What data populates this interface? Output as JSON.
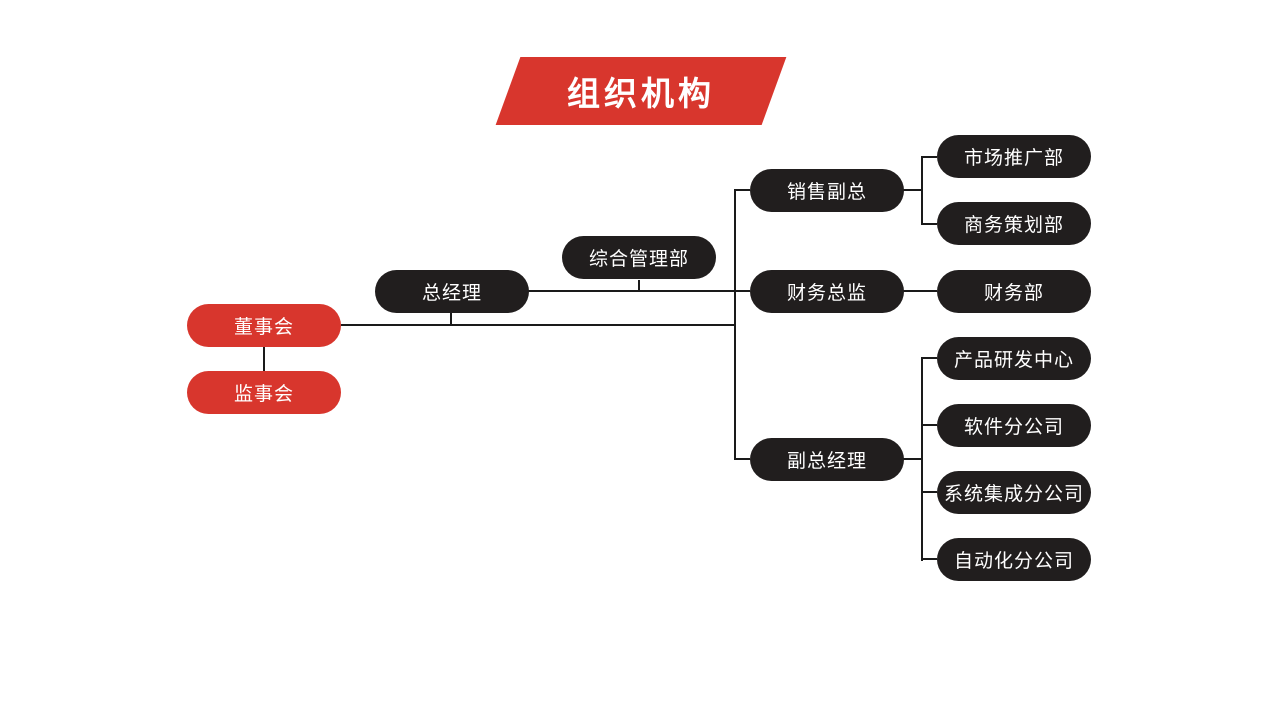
{
  "title": "组织机构",
  "colors": {
    "banner_red": "#d8362d",
    "pill_red": "#d8362d",
    "pill_dark": "#211e1e",
    "connector_line": "#1a1a1a",
    "text_white": "#ffffff",
    "background": "#ffffff"
  },
  "nodes": {
    "board_of_directors": "董事会",
    "supervisory_board": "监事会",
    "general_manager": "总经理",
    "general_management_dept": "综合管理部",
    "sales_vp": "销售副总",
    "marketing_promotion_dept": "市场推广部",
    "business_planning_dept": "商务策划部",
    "finance_director": "财务总监",
    "finance_dept": "财务部",
    "deputy_general_manager": "副总经理",
    "product_rd_center": "产品研发中心",
    "software_branch": "软件分公司",
    "system_integration_branch": "系统集成分公司",
    "automation_branch": "自动化分公司"
  }
}
